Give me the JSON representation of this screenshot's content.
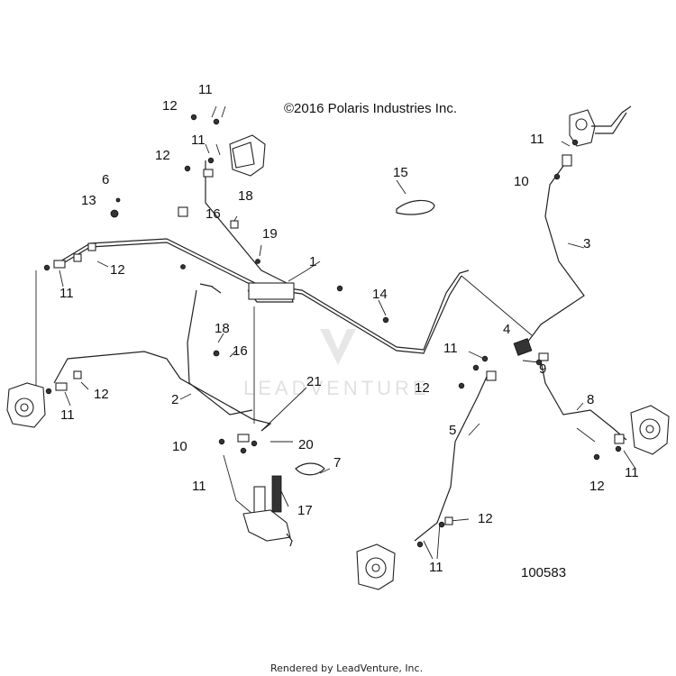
{
  "copyright": "©2016 Polaris Industries Inc.",
  "diagram_number": "100583",
  "footer": "Rendered by LeadVenture, Inc.",
  "watermark": "LEADVENTURE",
  "callouts": {
    "n1": "1",
    "n2": "2",
    "n3": "3",
    "n4": "4",
    "n5": "5",
    "n6": "6",
    "n7": "7",
    "n8": "8",
    "n9": "9",
    "n10": "10",
    "n11": "11",
    "n12": "12",
    "n13": "13",
    "n14": "14",
    "n15": "15",
    "n16": "16",
    "n17": "17",
    "n18": "18",
    "n19": "19",
    "n20": "20",
    "n21": "21"
  }
}
